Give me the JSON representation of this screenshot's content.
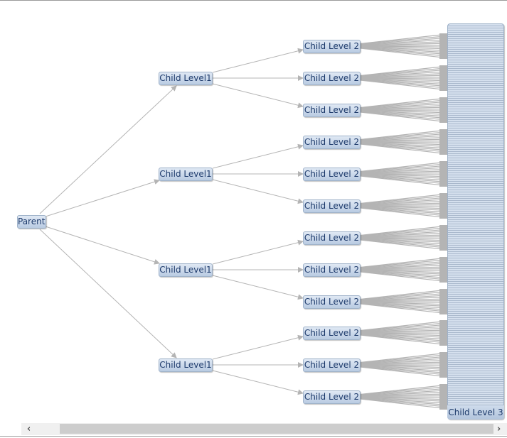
{
  "graph": {
    "root": {
      "label": "Parent"
    },
    "level1": [
      {
        "label": "Child Level1"
      },
      {
        "label": "Child Level1"
      },
      {
        "label": "Child Level1"
      },
      {
        "label": "Child Level1"
      }
    ],
    "level2": [
      {
        "label": "Child Level 2"
      },
      {
        "label": "Child Level 2"
      },
      {
        "label": "Child Level 2"
      },
      {
        "label": "Child Level 2"
      },
      {
        "label": "Child Level 2"
      },
      {
        "label": "Child Level 2"
      },
      {
        "label": "Child Level 2"
      },
      {
        "label": "Child Level 2"
      },
      {
        "label": "Child Level 2"
      },
      {
        "label": "Child Level 2"
      },
      {
        "label": "Child Level 2"
      },
      {
        "label": "Child Level 2"
      }
    ],
    "level3": {
      "label": "Child Level 3"
    },
    "edge_color": "#b4b4b4",
    "node_color": "#c9d8eb"
  },
  "scrollbar": {
    "left_icon": "chevron-left-icon",
    "right_icon": "chevron-right-icon",
    "left_glyph": "‹",
    "right_glyph": "›"
  }
}
